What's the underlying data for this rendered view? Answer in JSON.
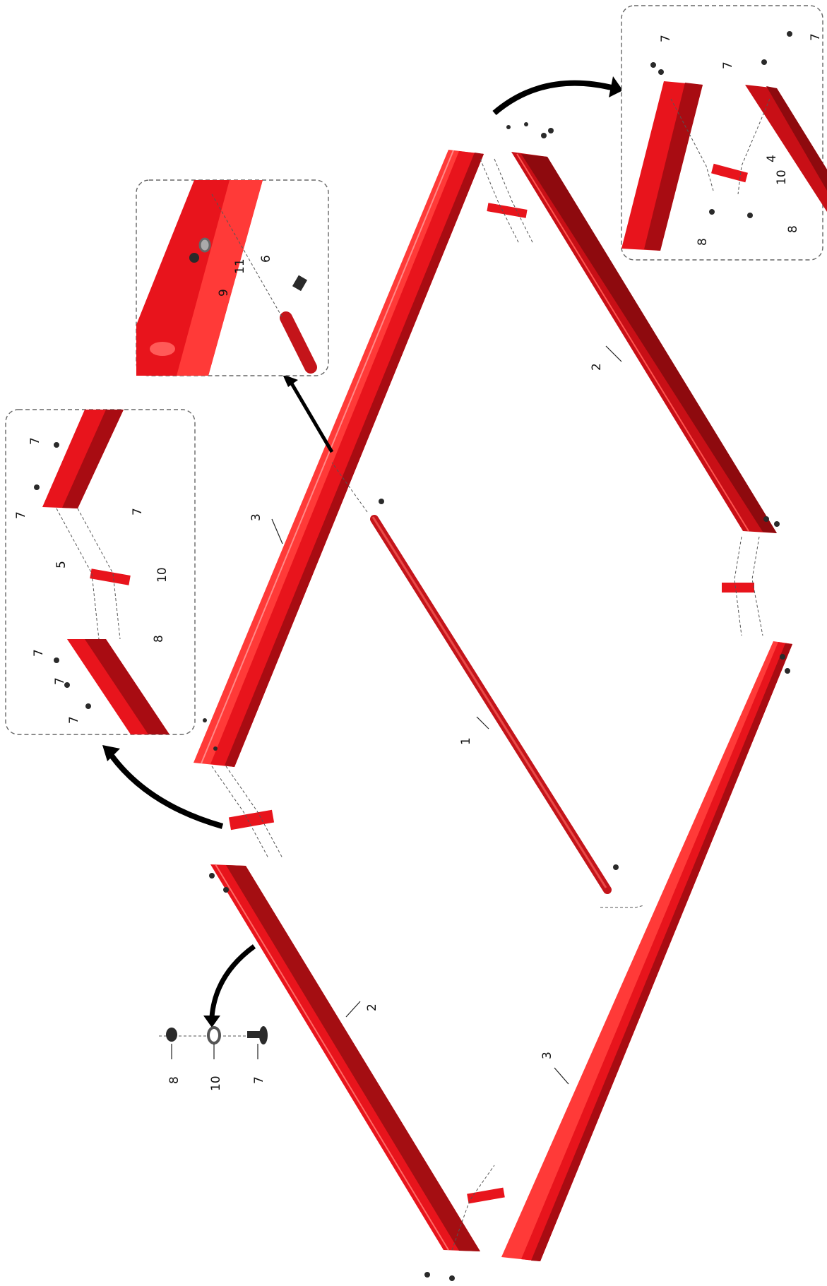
{
  "callouts": {
    "main_rod": "1",
    "rail_upper_right": "2",
    "rail_lower_left": "2",
    "rail_upper_left": "3",
    "rail_lower_right": "3",
    "washer_label_8": "8",
    "washer_label_10": "10",
    "washer_label_7": "7"
  },
  "inset_top_right": {
    "labels": [
      "7",
      "7",
      "7",
      "4",
      "10",
      "8",
      "8"
    ]
  },
  "inset_middle": {
    "labels": [
      "9",
      "11",
      "6"
    ]
  },
  "inset_left": {
    "labels": [
      "7",
      "7",
      "7",
      "5",
      "10",
      "8",
      "7",
      "7",
      "7"
    ]
  },
  "colors": {
    "rail": "#e8141c",
    "rail_dark": "#a40e12",
    "rail_light": "#ff5a58",
    "hardware": "#2a2a2a",
    "arrow": "#000000"
  }
}
